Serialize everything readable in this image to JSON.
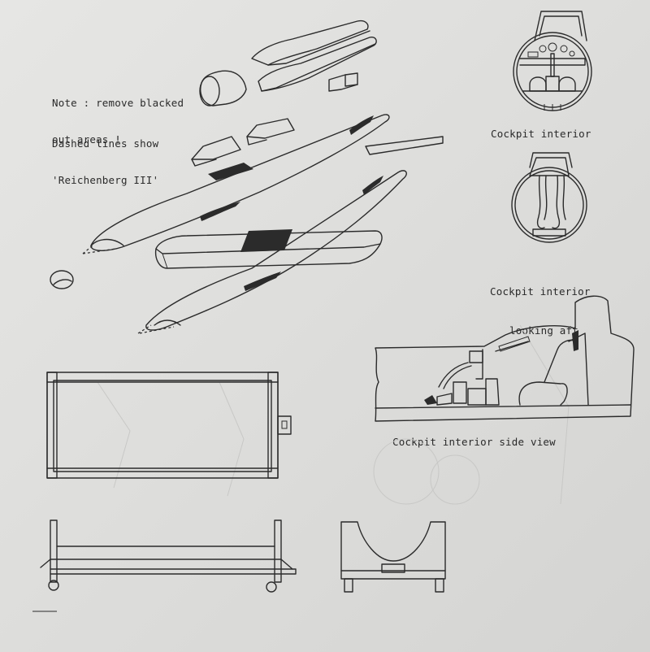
{
  "notes": {
    "remove_line1": "Note : remove blacked",
    "remove_line2": "out areas !",
    "dashed_line1": "Dashed lines show",
    "dashed_line2": "'Reichenberg III'"
  },
  "captions": {
    "cockpit_interior": "Cockpit interior",
    "looking_aft_line1": "Cockpit interior",
    "looking_aft_line2": "looking aft",
    "side_view": "Cockpit interior side view"
  },
  "colors": {
    "paper": "#e2e2e0",
    "ink": "#2b2b2b"
  }
}
